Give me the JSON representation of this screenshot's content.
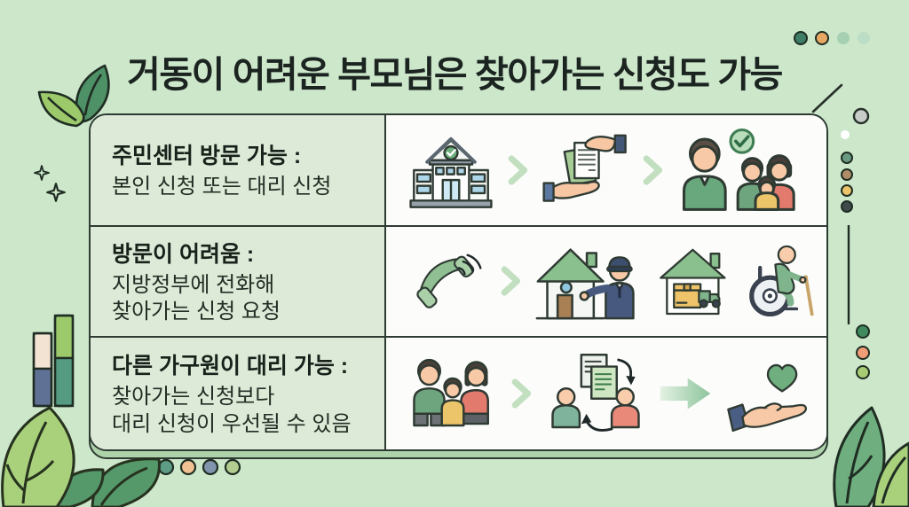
{
  "title": "거동이 어려운 부모님은 찾아가는 신청도 가능",
  "rows": [
    {
      "heading": "주민센터 방문 가능 :",
      "lines": [
        "본인 신청 또는 대리 신청"
      ],
      "icons": [
        "community-center-icon",
        "chevron-right-icon",
        "document-handover-icon",
        "chevron-right-icon",
        "approved-family-icon"
      ]
    },
    {
      "heading": "방문이 어려움 :",
      "lines": [
        "지방정부에 전화해",
        "찾아가는 신청 요청"
      ],
      "icons": [
        "phone-call-icon",
        "chevron-right-icon",
        "official-home-visit-icon",
        "home-delivery-icon",
        "wheelchair-user-icon"
      ]
    },
    {
      "heading": "다른 가구원이 대리 가능 :",
      "lines": [
        "찾아가는 신청보다",
        "대리 신청이 우선될 수 있음"
      ],
      "icons": [
        "family-icon",
        "chevron-right-icon",
        "document-exchange-icon",
        "forward-arrow-icon",
        "hand-heart-icon"
      ]
    }
  ],
  "colors": {
    "page_background": "#cde7cb",
    "card_background": "#fcfdfb",
    "label_cell_background": "#dcead7",
    "card_border": "#2e3b33",
    "card_shadow": "#aed3ab",
    "chevron_green": "#c2dfc0",
    "accent_green": "#6fae7e",
    "accent_orange": "#e8a864",
    "leaf_light": "#a9d17c",
    "leaf_dark": "#55996b"
  },
  "decorations": [
    "top-left-leaves",
    "sparkles",
    "stacked-bars",
    "top-right-dots",
    "diagonal-line",
    "gray-circle",
    "right-dot-column",
    "right-vertical-line",
    "right-large-dots",
    "bottom-dot-row",
    "bottom-left-leaves",
    "bottom-right-leaves"
  ]
}
